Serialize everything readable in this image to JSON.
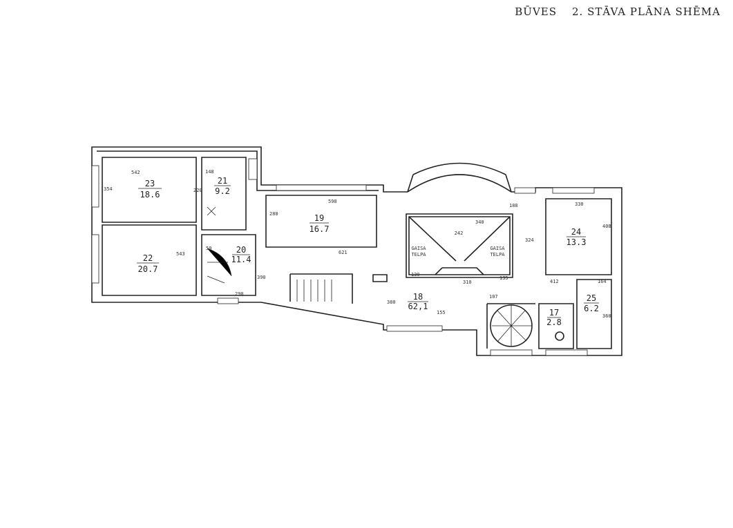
{
  "title": {
    "part1": "BŪVES",
    "part2": "2. STĀVA PLĀNA SHĒMA"
  },
  "rooms": [
    {
      "number": "23",
      "area": "18.6"
    },
    {
      "number": "21",
      "area": "9.2"
    },
    {
      "number": "22",
      "area": "20.7"
    },
    {
      "number": "20",
      "area": "11.4"
    },
    {
      "number": "19",
      "area": "16.7"
    },
    {
      "number": "24",
      "area": "13.3"
    },
    {
      "number": "25",
      "area": "6.2"
    },
    {
      "number": "17",
      "area": "2.8"
    },
    {
      "number": "18",
      "area": "62,1"
    }
  ],
  "lightwell": {
    "number": "242",
    "label_line1": "GAISA",
    "label_line2": "TELPA"
  },
  "dims": [
    "542",
    "354",
    "148",
    "543",
    "220",
    "598",
    "280",
    "621",
    "290",
    "390",
    "340",
    "130",
    "310",
    "135",
    "188",
    "330",
    "408",
    "324",
    "412",
    "164",
    "360",
    "380",
    "155",
    "107",
    "50"
  ]
}
